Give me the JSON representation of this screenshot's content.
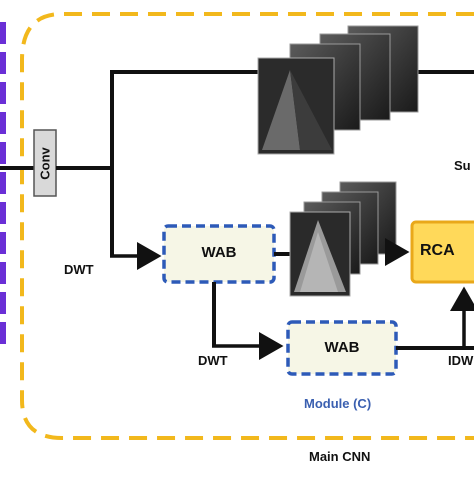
{
  "diagram": {
    "conv_label": "Conv",
    "wab_top_label": "WAB",
    "wab_bottom_label": "WAB",
    "rca_label": "RCA",
    "dwt_left_label": "DWT",
    "dwt_bottom_label": "DWT",
    "idw_label": "IDW",
    "module_label": "Module (C)",
    "main_label": "Main CNN",
    "su_label": "Su",
    "colors": {
      "outer_dashed": "#f2b81c",
      "left_bar": "#6a2fd6",
      "module_dashed": "#2d5ab8",
      "wab_fill": "#f6f6e6",
      "rca_fill": "#ffd95a",
      "rca_border": "#e9a81a",
      "arrow": "#111111",
      "conv_fill": "#d9d9d9"
    }
  }
}
